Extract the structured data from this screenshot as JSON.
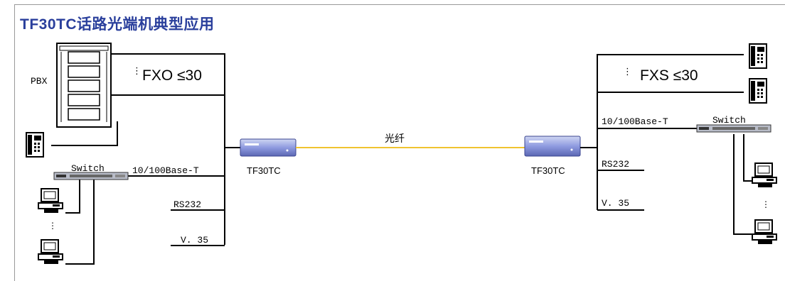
{
  "title": "TF30TC话路光端机典型应用",
  "labels": {
    "pbx": "PBX",
    "fxo": "FXO ≤30",
    "fxs": "FXS ≤30",
    "switch_left": "Switch",
    "switch_right": "Switch",
    "ethernet_left": "10/100Base-T",
    "ethernet_right": "10/100Base-T",
    "rs232_left": "RS232",
    "rs232_right": "RS232",
    "v35_left": "V. 35",
    "v35_right": "V. 35",
    "device_left": "TF30TC",
    "device_right": "TF30TC",
    "fiber": "光纤"
  },
  "colors": {
    "title": "#2a3f9c",
    "fiber": "#f0c330",
    "device": "#6e7cc4",
    "line": "#000000"
  }
}
